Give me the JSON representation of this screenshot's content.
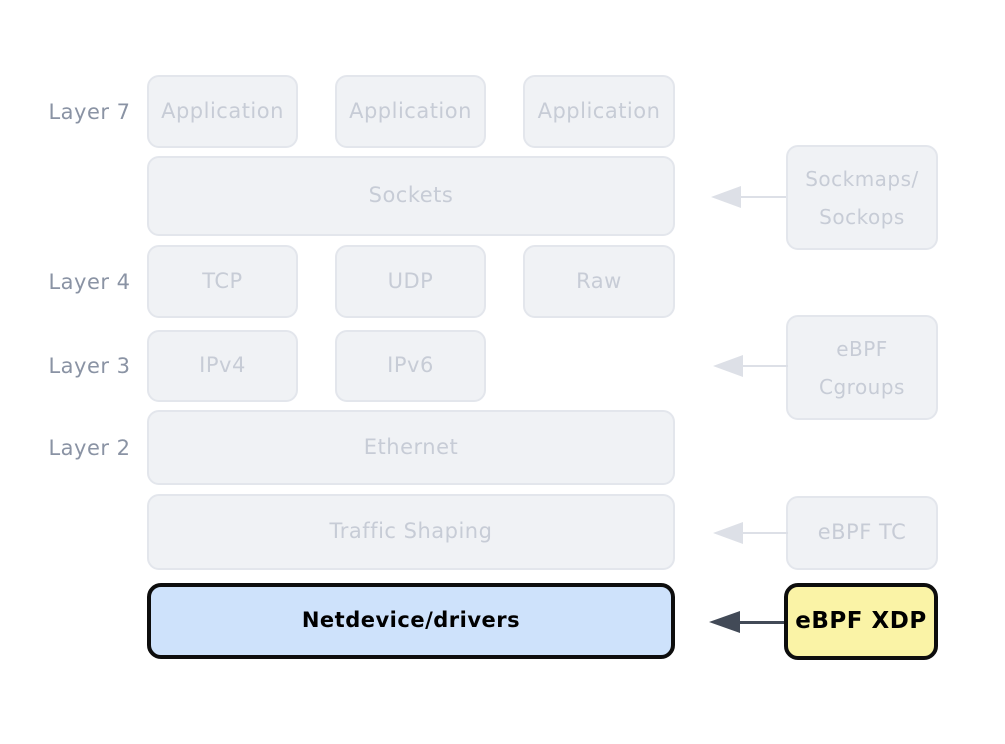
{
  "diagram": {
    "layer_labels": [
      {
        "id": "layer-7",
        "text": "Layer 7"
      },
      {
        "id": "layer-4",
        "text": "Layer 4"
      },
      {
        "id": "layer-3",
        "text": "Layer 3"
      },
      {
        "id": "layer-2",
        "text": "Layer 2"
      }
    ],
    "stack_boxes": {
      "application1": "Application",
      "application2": "Application",
      "application3": "Application",
      "sockets": "Sockets",
      "tcp": "TCP",
      "udp": "UDP",
      "raw": "Raw",
      "ipv4": "IPv4",
      "ipv6": "IPv6",
      "ethernet": "Ethernet",
      "traffic_shaping": "Traffic Shaping",
      "netdevice": "Netdevice/drivers"
    },
    "hook_boxes": {
      "sockmaps_line1": "Sockmaps/",
      "sockmaps_line2": "Sockops",
      "cgroups_line1": "eBPF",
      "cgroups_line2": "Cgroups",
      "tc": "eBPF TC",
      "xdp": "eBPF XDP"
    },
    "colors": {
      "inactive_fill": "#f0f2f5",
      "inactive_border": "#e3e6ec",
      "inactive_text": "#c7ccd6",
      "layer_label_text": "#8a93a4",
      "inactive_arrow": "#dde0e7",
      "active_blue_fill": "#cee2fb",
      "active_yellow_fill": "#faf3a6",
      "active_border": "#0d0d0d",
      "active_arrow": "#424a57"
    }
  }
}
